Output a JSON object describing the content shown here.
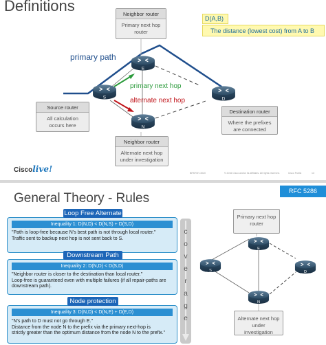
{
  "slide1": {
    "title": "Definitions",
    "neighbor_top": {
      "header": "Neighbor router",
      "body_line1": "Primary next hop",
      "body_line2": "router"
    },
    "source": {
      "header": "Source router",
      "body_line1": "All calculation",
      "body_line2": "occurs here"
    },
    "neighbor_bottom": {
      "header": "Neighbor router",
      "body_line1": "Alternate next hop",
      "body_line2": "under investigation"
    },
    "destination": {
      "header": "Destination router",
      "body_line1": "Where the prefixes",
      "body_line2": "are connected"
    },
    "definition": {
      "term": "D(A,B)",
      "meaning": "The distance (lowest cost) from A to B"
    },
    "labels": {
      "primary_path": "primary path",
      "primary_next_hop": "primary next hop",
      "alternate_next_hop": "alternate next hop"
    },
    "routers": {
      "s": "S",
      "e": "E",
      "n": "N",
      "d": "D"
    },
    "footer": {
      "code": "BRKRST-3020",
      "copyright": "© 2016  Cisco and/or its affiliates. All rights reserved.",
      "classification": "Cisco Public",
      "page": "13"
    },
    "logo": {
      "cisco": "Cisco",
      "live": "live!"
    }
  },
  "slide2": {
    "title": "General Theory - Rules",
    "rfc": "RFC 5286",
    "coverage_word": "coverage",
    "coverage_letters": [
      "c",
      "o",
      "v",
      "e",
      "r",
      "a",
      "g",
      "e"
    ],
    "rules": [
      {
        "name": "Loop Free Alternate",
        "inequality": "Inequality 1: D(N,D) < D(N,S) + D(S,D)",
        "line1": "\"Path is loop-free because N's best path is not through local router.\"",
        "line2": "Traffic sent to backup next hop is not sent back to S."
      },
      {
        "name": "Downstream Path",
        "inequality": "Inequality 2: D(N,D) < D(S,D)",
        "line1": "\"Neighbor router is closer to the destination than local router.\"",
        "line2": "Loop-free is guaranteed even with multiple failures (if all repair-paths are",
        "line3": "downstream path)."
      },
      {
        "name": "Node protection",
        "inequality": "Inequality 3: D(N,D) < D(N,E) + D(E,D)",
        "line1": "\"N's path to D must not go through E.\"",
        "line2": "Distance from the node N to the prefix via the primary next-hop is",
        "line3": "strictly greater than the optimum distance from the node N to the prefix.\""
      }
    ],
    "callout_primary": {
      "line1": "Primary next hop",
      "line2": "router"
    },
    "callout_alternate": {
      "line1": "Alternate next hop",
      "line2": "under investigation"
    },
    "routers": {
      "s": "S",
      "e": "E",
      "n": "N",
      "d": "D"
    }
  },
  "colors": {
    "primary_path": "#1f4e8c",
    "primary_next_hop": "#2a9a3a",
    "alternate_next_hop": "#c0141a",
    "router_body": "#2e4d66",
    "rfc_badge": "#1f8ed8",
    "rule_header": "#1d66b8"
  }
}
